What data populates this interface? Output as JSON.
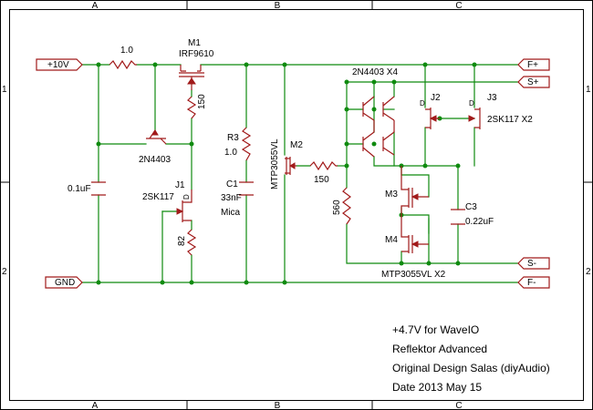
{
  "frame": {
    "columns": [
      "A",
      "B",
      "C"
    ],
    "rows": [
      "1",
      "2"
    ]
  },
  "ports": {
    "in_plus": "+10V",
    "in_gnd": "GND",
    "out_f_plus": "F+",
    "out_s_plus": "S+",
    "out_s_minus": "S-",
    "out_f_minus": "F-"
  },
  "components": {
    "r_in": "1.0",
    "m1_ref": "M1",
    "m1_val": "IRF9610",
    "r150a": "150",
    "q_2n4403": "2N4403",
    "c_01": "0.1uF",
    "j1_ref": "J1",
    "j1_val": "2SK117",
    "r82": "82",
    "r3_ref": "R3",
    "r3_val": "1.0",
    "c1_ref": "C1",
    "c1_val": "33nF",
    "c1_type": "Mica",
    "m2_vert": "MTP3055VL",
    "m2_ref": "M2",
    "r150b": "150",
    "r560": "560",
    "q_array": "2N4403 X4",
    "j2_ref": "J2",
    "j3_ref": "J3",
    "j3_val": "2SK117 X2",
    "m3_ref": "M3",
    "m4_ref": "M4",
    "c3_ref": "C3",
    "c3_val": "0.22uF",
    "mtp_bottom": "MTP3055VL X2",
    "pin_d": "D"
  },
  "info": {
    "line1": "+4.7V for WaveIO",
    "line2": "Reflektor Advanced",
    "line3": "Original Design Salas (diyAudio)",
    "line4": "Date 2013 May 15"
  }
}
